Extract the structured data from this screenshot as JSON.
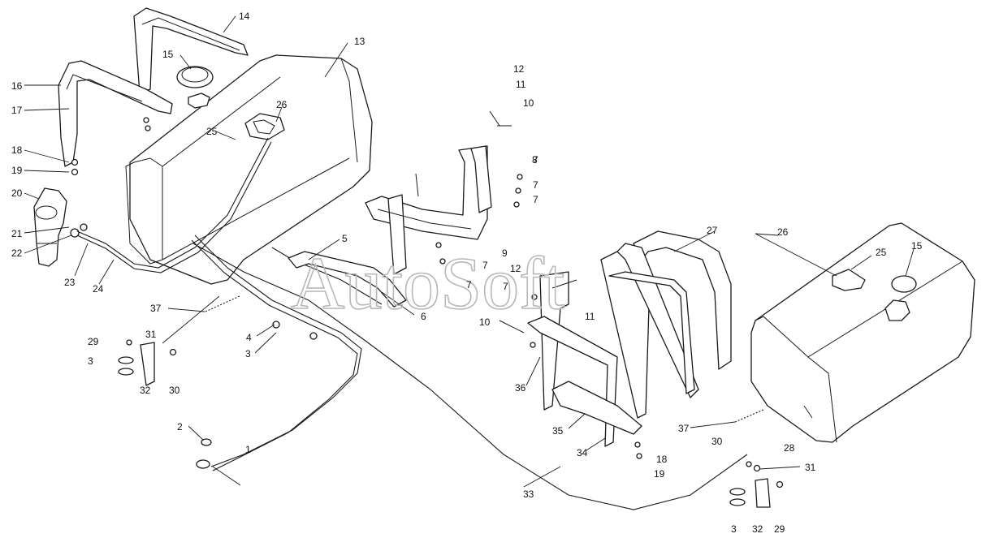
{
  "watermark": "AutoSoft",
  "labels": {
    "l1": "1",
    "l2": "2",
    "l3a": "3",
    "l3b": "3",
    "l3c": "3",
    "l4": "4",
    "l5": "5",
    "l6": "6",
    "l7a": "7",
    "l7b": "7",
    "l7c": "7",
    "l7d": "7",
    "l7e": "7",
    "l7f": "7",
    "l8": "8",
    "l9": "9",
    "l10a": "10",
    "l10b": "10",
    "l11a": "11",
    "l11b": "11",
    "l12a": "12",
    "l12b": "12",
    "l13": "13",
    "l14": "14",
    "l15a": "15",
    "l15b": "15",
    "l16": "16",
    "l17": "17",
    "l18a": "18",
    "l18b": "18",
    "l19a": "19",
    "l19b": "19",
    "l20": "20",
    "l21": "21",
    "l22": "22",
    "l23": "23",
    "l24": "24",
    "l25a": "25",
    "l25b": "25",
    "l26a": "26",
    "l26b": "26",
    "l27": "27",
    "l28": "28",
    "l29a": "29",
    "l29b": "29",
    "l30a": "30",
    "l30b": "30",
    "l31a": "31",
    "l31b": "31",
    "l32a": "32",
    "l32b": "32",
    "l33": "33",
    "l34": "34",
    "l35": "35",
    "l36": "36",
    "l37a": "37",
    "l37b": "37"
  }
}
